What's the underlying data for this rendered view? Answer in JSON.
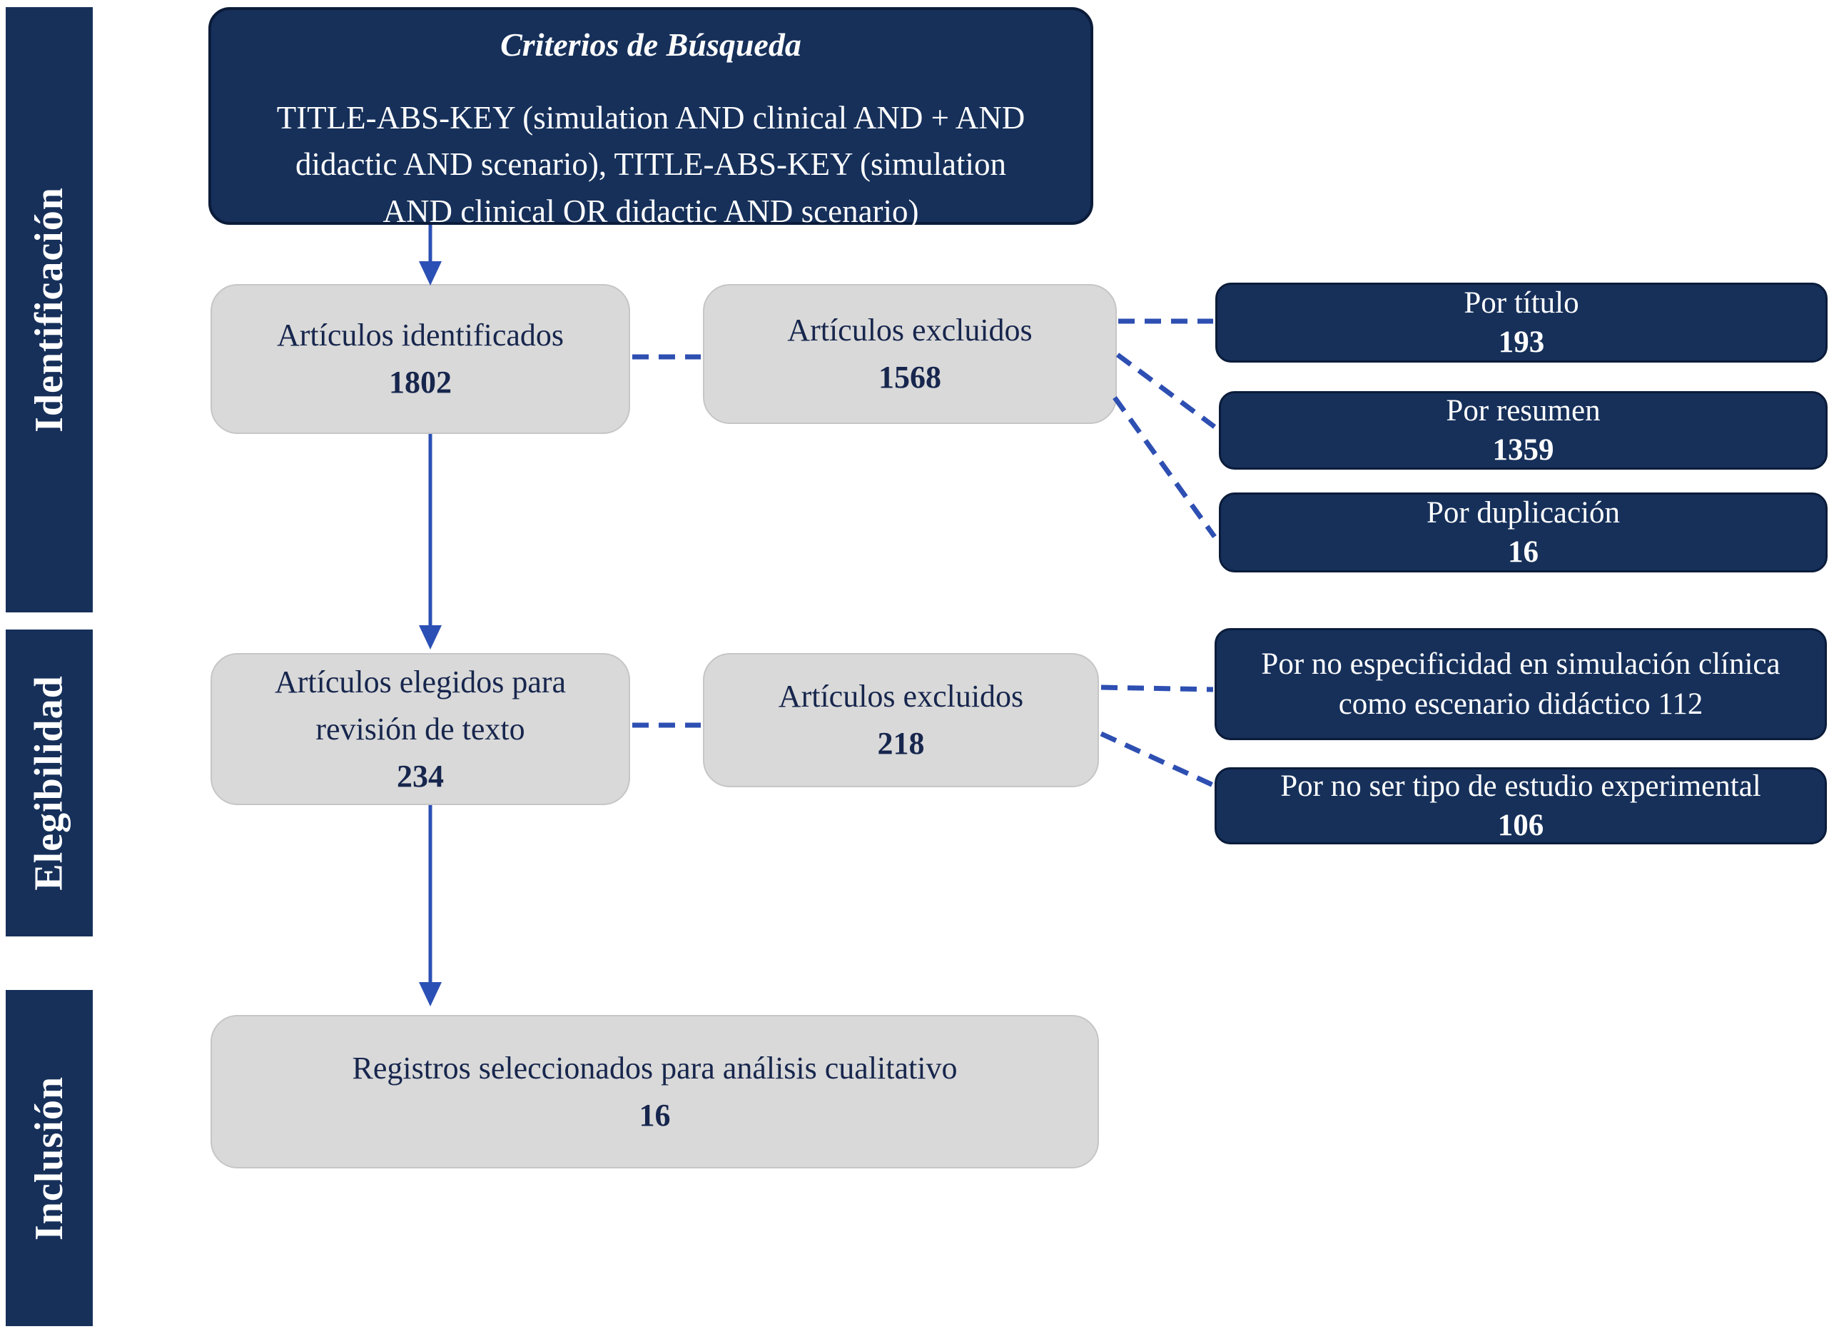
{
  "sidebar": {
    "stages": [
      {
        "label": "Identificación"
      },
      {
        "label": "Elegibilidad"
      },
      {
        "label": "Inclusión"
      }
    ]
  },
  "criteria": {
    "title": "Criterios de Búsqueda",
    "lines": [
      "TITLE-ABS-KEY (simulation AND clinical AND + AND",
      "didactic AND scenario), TITLE-ABS-KEY (simulation",
      "AND clinical OR didactic AND scenario)"
    ]
  },
  "nodes": {
    "identified": {
      "label": "Artículos identificados",
      "count": "1802"
    },
    "excluded_identification": {
      "label": "Artículos excluidos",
      "count": "1568"
    },
    "eligible": {
      "label": "Artículos elegidos para revisión de texto",
      "count": "234"
    },
    "excluded_eligibility": {
      "label": "Artículos excluidos",
      "count": "218"
    },
    "included": {
      "label": "Registros seleccionados para análisis cualitativo",
      "count": "16"
    }
  },
  "reasons_identification": [
    {
      "label": "Por título",
      "count": "193"
    },
    {
      "label": "Por resumen",
      "count": "1359"
    },
    {
      "label": "Por duplicación",
      "count": "16"
    }
  ],
  "reasons_eligibility": [
    {
      "label": "Por no especificidad en simulación clínica como escenario didáctico 112",
      "count": ""
    },
    {
      "label": "Por no ser tipo de estudio experimental",
      "count": "106"
    }
  ],
  "colors": {
    "navy": "#16305a",
    "navy_border": "#0b1c3a",
    "gray": "#d9d9d9",
    "gray_border": "#c6c6c6",
    "connector": "#2e4fb2",
    "arrow": "#2b50b5",
    "text_navy": "#17264d"
  }
}
